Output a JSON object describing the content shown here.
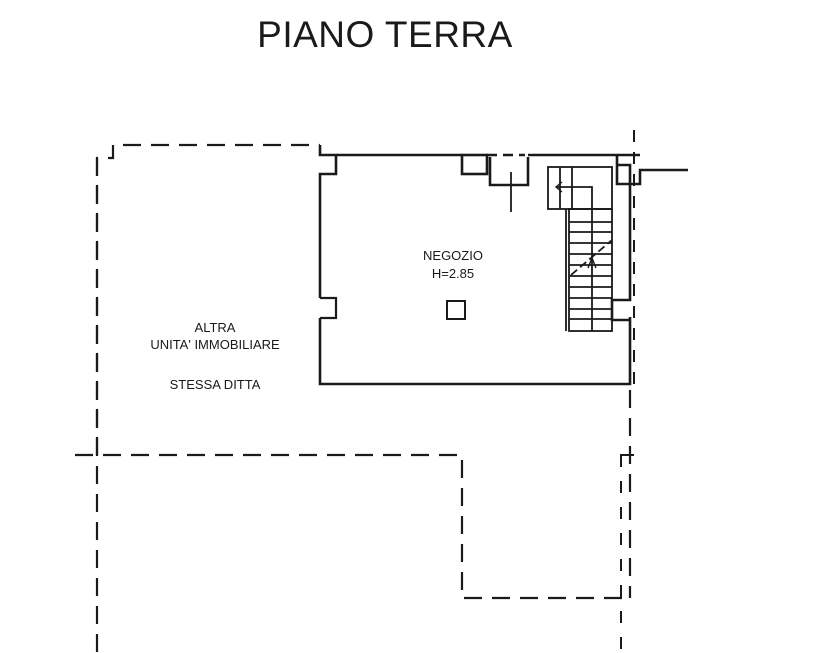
{
  "title": "PIANO TERRA",
  "rooms": {
    "negozio": {
      "name": "NEGOZIO",
      "height": "H=2.85"
    },
    "altra_unita": {
      "line1": "ALTRA",
      "line2": "UNITA' IMMOBILIARE",
      "line3": "STESSA DITTA"
    }
  },
  "colors": {
    "line": "#1a1a1a",
    "background": "#ffffff"
  }
}
